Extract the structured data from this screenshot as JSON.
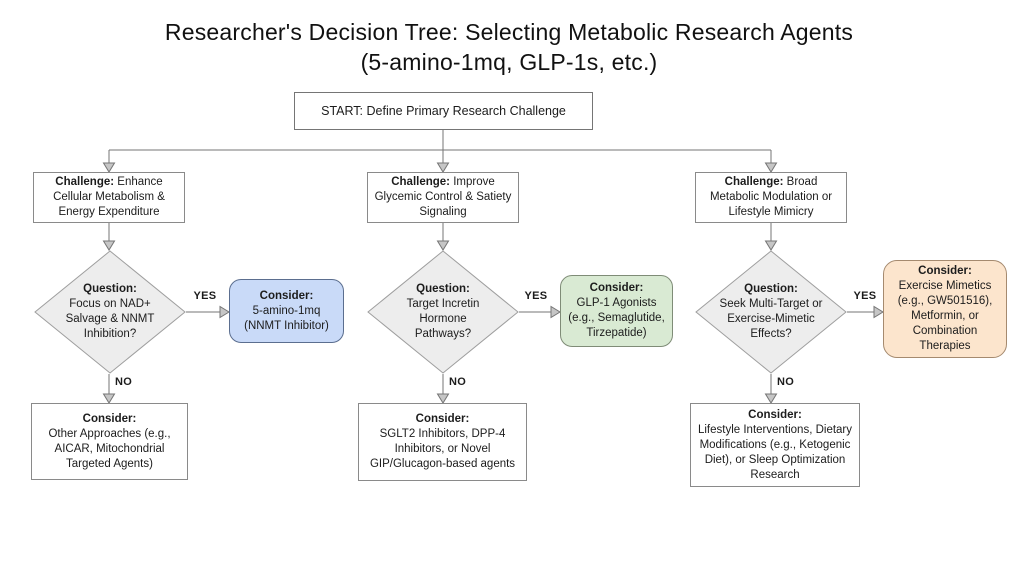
{
  "title": {
    "line1": "Researcher's Decision Tree: Selecting Metabolic Research Agents",
    "line2": "(5-amino-1mq, GLP-1s, etc.)"
  },
  "start_node": {
    "label": "START: Define Primary Research Challenge"
  },
  "edge_labels": {
    "yes": "YES",
    "no": "NO"
  },
  "colors": {
    "background": "#ffffff",
    "box_border": "#8a8a8a",
    "diamond_fill": "#ededed",
    "diamond_border": "#9e9e9e",
    "connector": "#757575",
    "blue_fill": "#c9daf8",
    "blue_border": "#5b6e8f",
    "green_fill": "#d9ead3",
    "green_border": "#7f8c77",
    "orange_fill": "#fce5cd",
    "orange_border": "#a58a6f"
  },
  "branches": [
    {
      "challenge": {
        "prefix": "Challenge:",
        "text": " Enhance Cellular Metabolism & Energy Expenditure"
      },
      "question": {
        "prefix": "Question:",
        "text": "Focus on NAD+ Salvage & NNMT Inhibition?"
      },
      "yes_result": {
        "prefix": "Consider:",
        "text": "5-amino-1mq (NNMT Inhibitor)",
        "fill": "#c9daf8",
        "border": "#5b6e8f"
      },
      "no_result": {
        "prefix": "Consider:",
        "text": "Other Approaches (e.g., AICAR, Mitochondrial Targeted Agents)"
      }
    },
    {
      "challenge": {
        "prefix": "Challenge:",
        "text": " Improve Glycemic Control & Satiety Signaling"
      },
      "question": {
        "prefix": "Question:",
        "text": "Target Incretin Hormone Pathways?"
      },
      "yes_result": {
        "prefix": "Consider:",
        "text": "GLP-1 Agonists (e.g., Semaglutide, Tirzepatide)",
        "fill": "#d9ead3",
        "border": "#7f8c77"
      },
      "no_result": {
        "prefix": "Consider:",
        "text": "SGLT2 Inhibitors, DPP-4 Inhibitors, or Novel GIP/Glucagon-based agents"
      }
    },
    {
      "challenge": {
        "prefix": "Challenge:",
        "text": " Broad Metabolic Modulation or Lifestyle Mimicry"
      },
      "question": {
        "prefix": "Question:",
        "text": "Seek Multi-Target or Exercise-Mimetic Effects?"
      },
      "yes_result": {
        "prefix": "Consider:",
        "text": "Exercise Mimetics (e.g., GW501516), Metformin, or Combination Therapies",
        "fill": "#fce5cd",
        "border": "#a58a6f"
      },
      "no_result": {
        "prefix": "Consider:",
        "text": "Lifestyle Interventions, Dietary Modifications (e.g., Ketogenic Diet), or Sleep Optimization Research"
      }
    }
  ]
}
